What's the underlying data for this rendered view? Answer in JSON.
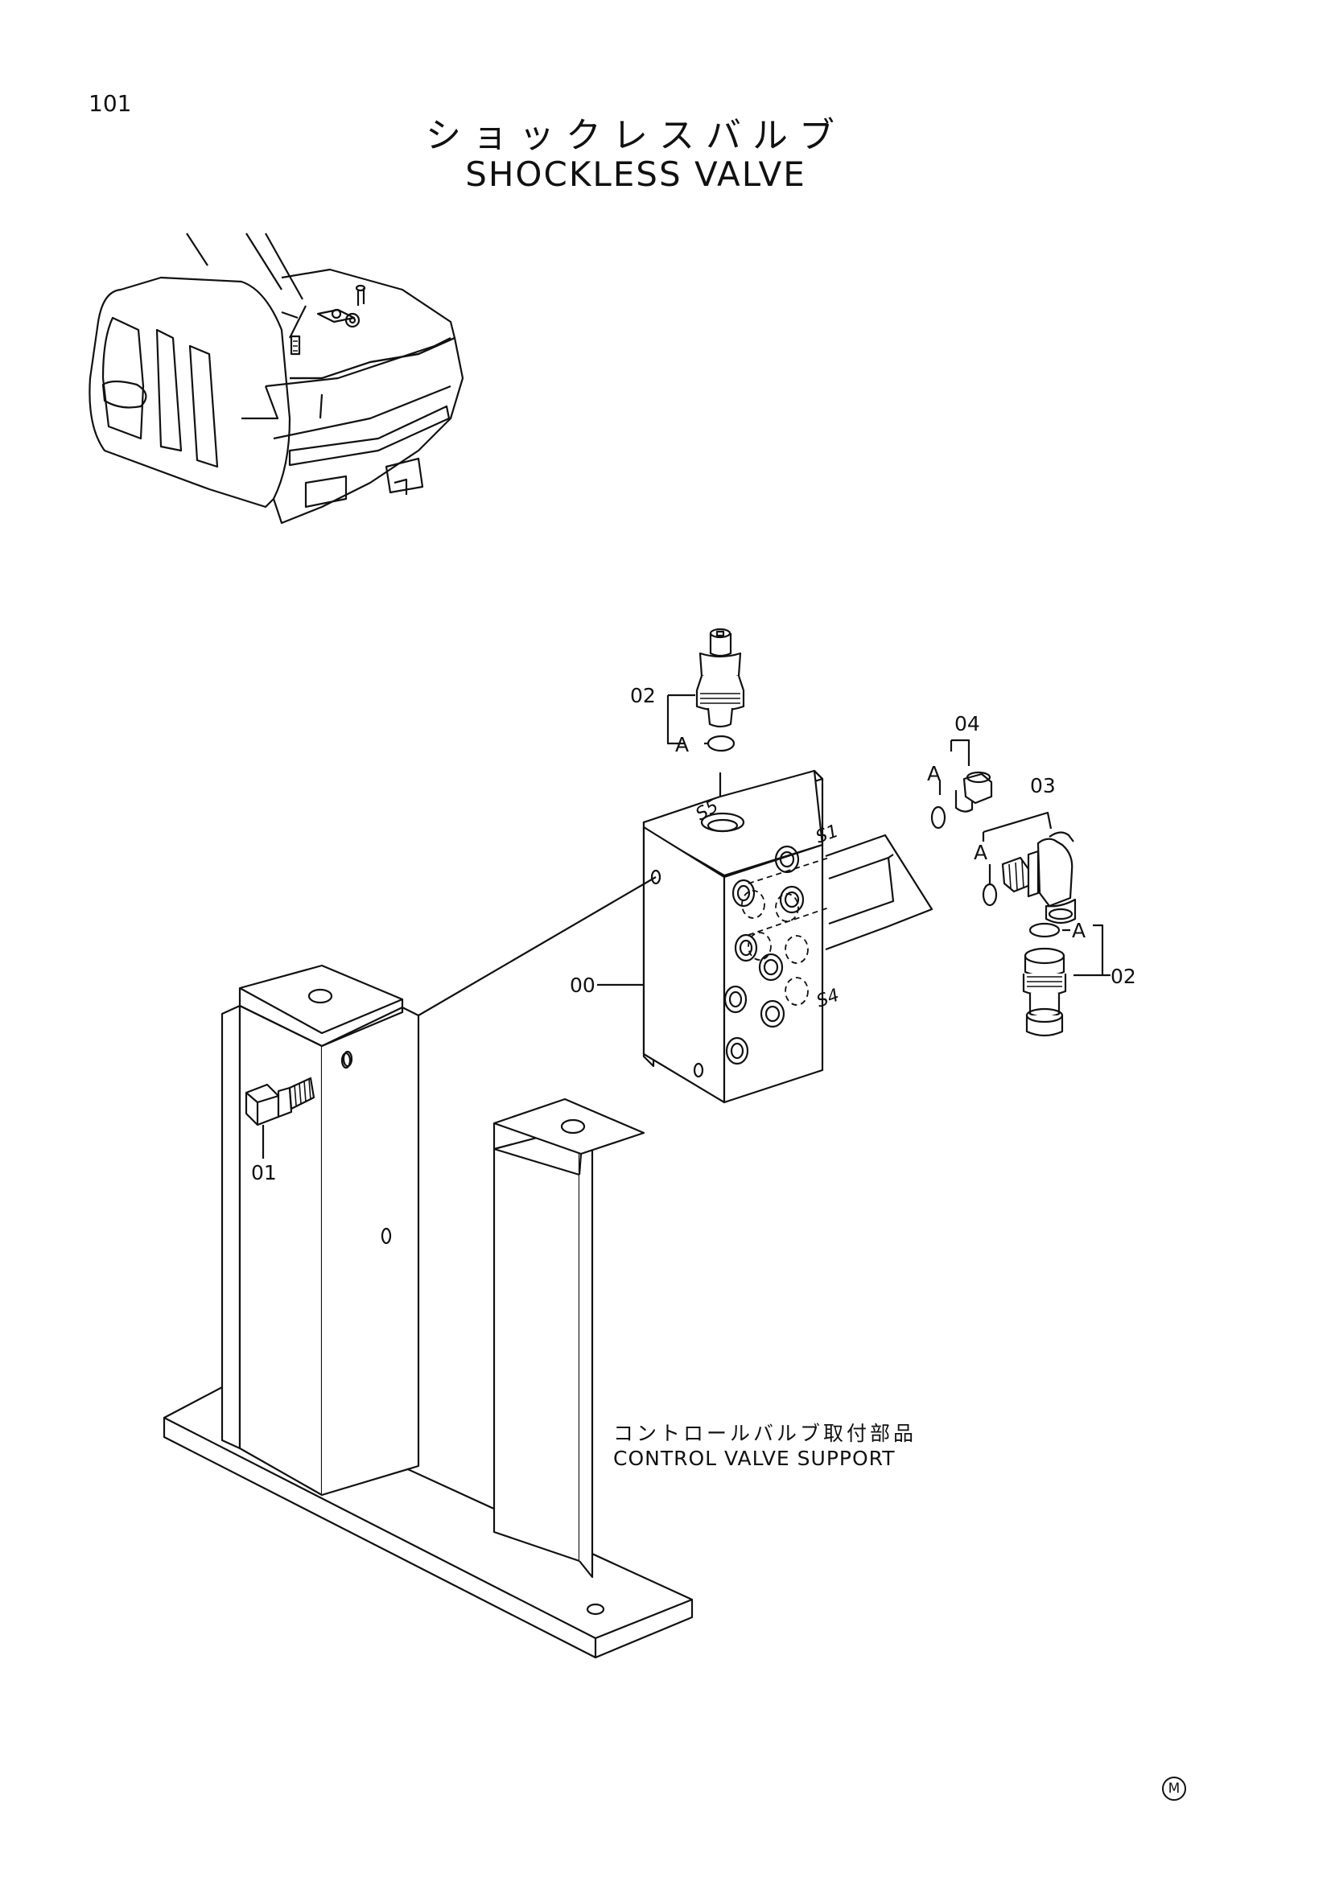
{
  "header": {
    "page_number": "101",
    "title_jp": "ショックレスバルブ",
    "title_en": "SHOCKLESS VALVE"
  },
  "callouts": {
    "relief_top": "02",
    "relief_right": "02",
    "plug": "04",
    "elbow": "03",
    "valve_block": "00",
    "bolt": "01",
    "oring_a1": "A",
    "oring_a2": "A",
    "oring_a3": "A",
    "oring_a4": "A"
  },
  "port_marks": {
    "s5": "S5",
    "s1": "S1",
    "s4": "S4"
  },
  "support": {
    "label_jp": "コントロールバルブ取付部品",
    "label_en": "CONTROL VALVE SUPPORT"
  },
  "footer": {
    "mark": "M"
  }
}
